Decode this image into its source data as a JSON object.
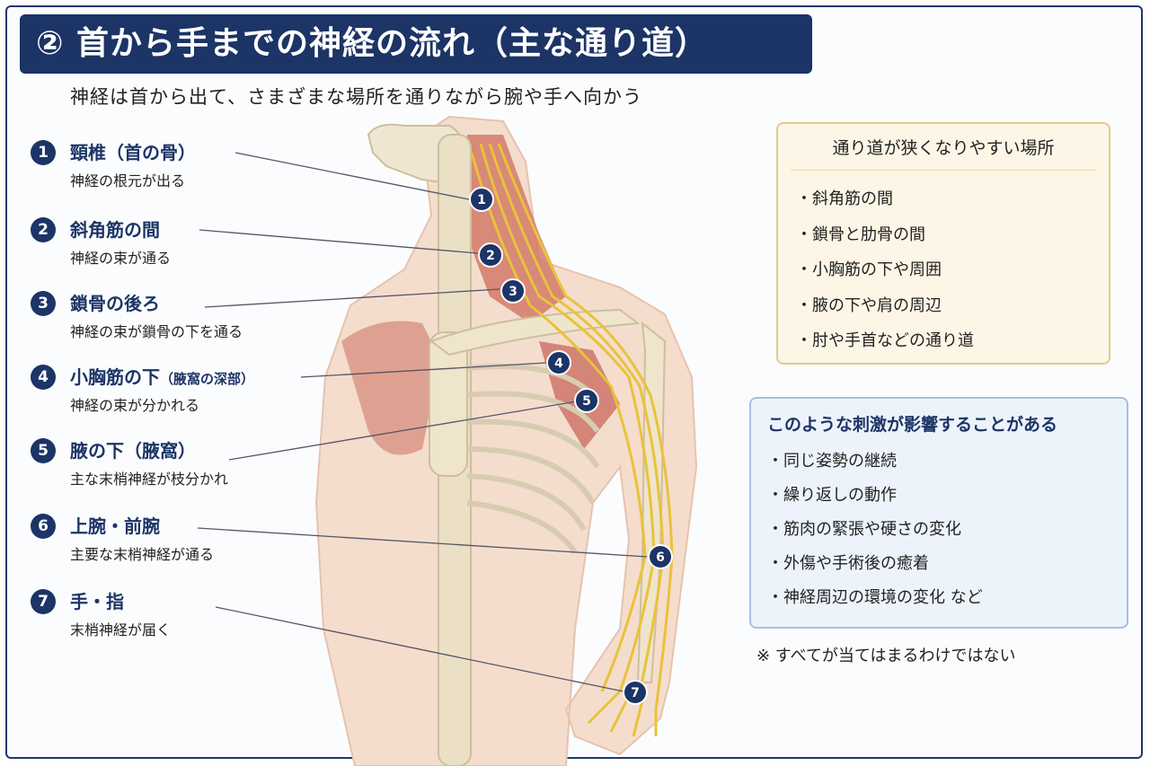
{
  "title": "② 首から手までの神経の流れ（主な通り道）",
  "subtitle": "神経は首から出て、さまざまな場所を通りながら腕や手へ向かう",
  "labels": [
    {
      "num": "1",
      "title": "頸椎（首の骨）",
      "title_small": "",
      "desc": "神経の根元が出る"
    },
    {
      "num": "2",
      "title": "斜角筋の間",
      "title_small": "",
      "desc": "神経の束が通る"
    },
    {
      "num": "3",
      "title": "鎖骨の後ろ",
      "title_small": "",
      "desc": "神経の束が鎖骨の下を通る"
    },
    {
      "num": "4",
      "title": "小胸筋の下",
      "title_small": "（腋窩の深部）",
      "desc": "神経の束が分かれる"
    },
    {
      "num": "5",
      "title": "腋の下（腋窩）",
      "title_small": "",
      "desc": "主な末梢神経が枝分かれ"
    },
    {
      "num": "6",
      "title": "上腕・前腕",
      "title_small": "",
      "desc": "主要な末梢神経が通る"
    },
    {
      "num": "7",
      "title": "手・指",
      "title_small": "",
      "desc": "末梢神経が届く"
    }
  ],
  "narrow_box": {
    "heading": "通り道が狭くなりやすい場所",
    "items": [
      "・斜角筋の間",
      "・鎖骨と肋骨の間",
      "・小胸筋の下や周囲",
      "・腋の下や肩の周辺",
      "・肘や手首などの通り道"
    ]
  },
  "stimulus_box": {
    "heading": "このような刺激が影響することがある",
    "items": [
      "・同じ姿勢の継続",
      "・繰り返しの動作",
      "・筋肉の緊張や硬さの変化",
      "・外傷や手術後の癒着",
      "・神経周辺の環境の変化 など"
    ]
  },
  "note": "※ すべてが当てはまるわけではない",
  "colors": {
    "navy": "#1c3466",
    "nerve": "#e9c23a",
    "muscle": "#c9675a",
    "bone": "#efe4cc",
    "skin": "#f2d9c8"
  }
}
